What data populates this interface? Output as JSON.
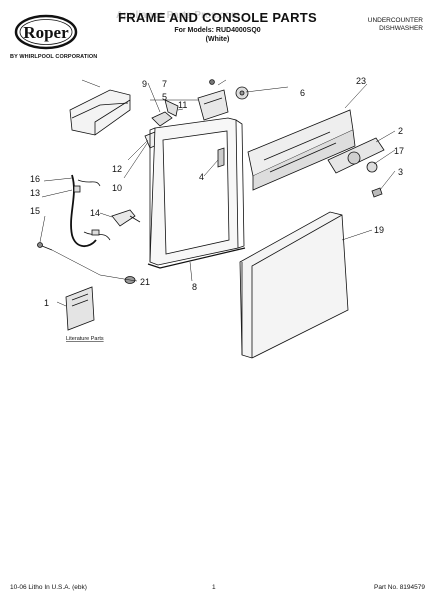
{
  "header": {
    "brand": "Roper",
    "brand_sub": "BY WHIRLPOOL CORPORATION",
    "title": "FRAME AND CONSOLE PARTS",
    "models_line": "For Models: RUD4000SQ0",
    "color_line": "(White)",
    "product_line1": "UNDERCOUNTER",
    "product_line2": "DISHWASHER",
    "watermark": "Appliance Parts Pros.com"
  },
  "callouts": {
    "c1": "1",
    "c2": "2",
    "c3": "3",
    "c4": "4",
    "c5": "5",
    "c6": "6",
    "c7": "7",
    "c8": "8",
    "c9": "9",
    "c10": "10",
    "c11": "11",
    "c12": "12",
    "c13": "13",
    "c14": "14",
    "c15": "15",
    "c16": "16",
    "c17": "17",
    "c19": "19",
    "c21": "21",
    "c23": "23"
  },
  "literature_label": "Literature Parts",
  "footer": {
    "left": "10-06 Litho In U.S.A. (ebk)",
    "center": "1",
    "right": "Part No. 8194579"
  }
}
